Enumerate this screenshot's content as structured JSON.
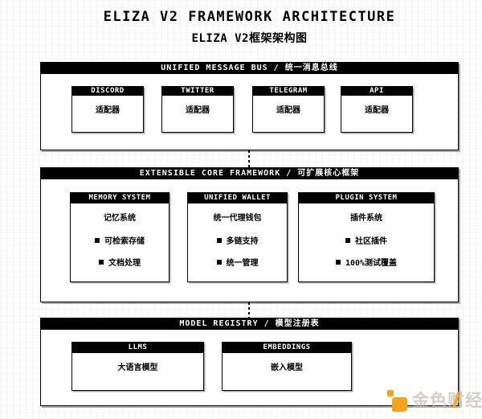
{
  "page": {
    "title": "ELIZA V2 FRAMEWORK ARCHITECTURE",
    "subtitle": "ELIZA V2框架架构图"
  },
  "sections": [
    {
      "id": "unified-message-bus",
      "header": "UNIFIED MESSAGE BUS / 统一消息总线",
      "boxes": [
        {
          "title": "DISCORD",
          "body": "适配器"
        },
        {
          "title": "TWITTER",
          "body": "适配器"
        },
        {
          "title": "TELEGRAM",
          "body": "适配器"
        },
        {
          "title": "API",
          "body": "适配器"
        }
      ]
    },
    {
      "id": "extensible-core-framework",
      "header": "EXTENSIBLE CORE FRAMEWORK / 可扩展核心框架",
      "boxes": [
        {
          "title": "MEMORY SYSTEM",
          "body": "记忆系统",
          "bullets": [
            "可检索存储",
            "文档处理"
          ]
        },
        {
          "title": "UNIFIED WALLET",
          "body": "统一代理钱包",
          "bullets": [
            "多链支持",
            "统一管理"
          ]
        },
        {
          "title": "PLUGIN SYSTEM",
          "body": "插件系统",
          "bullets": [
            "社区插件",
            "100%测试覆盖"
          ]
        }
      ]
    },
    {
      "id": "model-registry",
      "header": "MODEL REGISTRY / 模型注册表",
      "boxes": [
        {
          "title": "LLMS",
          "body": "大语言模型"
        },
        {
          "title": "EMBEDDINGS",
          "body": "嵌入模型"
        }
      ]
    }
  ],
  "watermark": {
    "text": "金色财经",
    "logo_color": "#f6a21d"
  },
  "colors": {
    "header_bg": "#000000",
    "header_text": "#ffffff",
    "box_border": "#000000",
    "background": "#ffffff",
    "accent_orange": "#f6a21d"
  }
}
